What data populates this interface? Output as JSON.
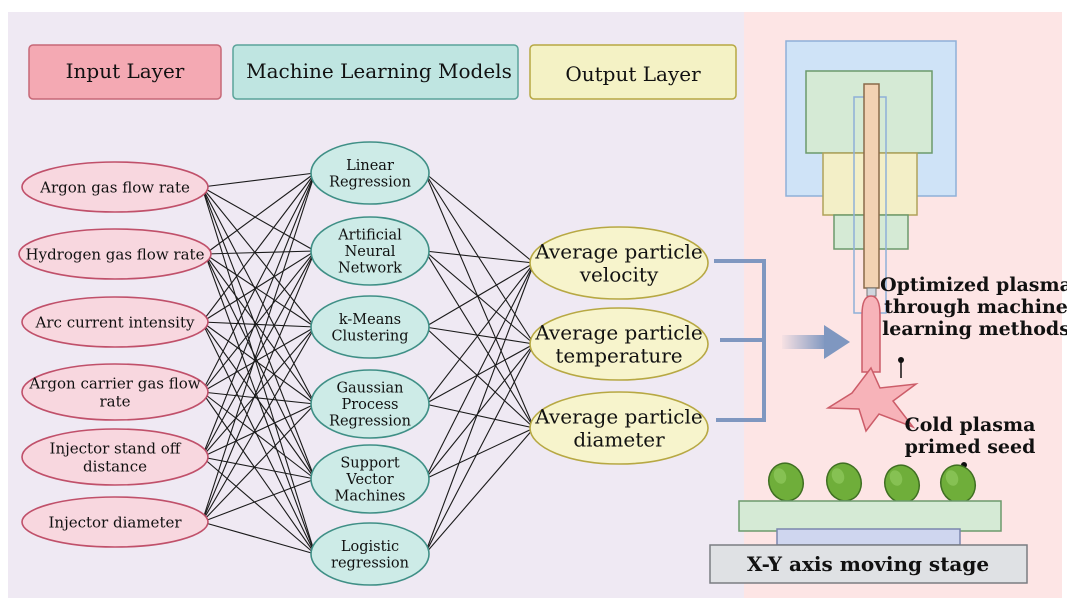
{
  "legend": {
    "input_layer": "Input Layer",
    "ml_models": "Machine Learning Models",
    "output_layer": "Output Layer"
  },
  "inputs": [
    [
      "Argon gas flow rate"
    ],
    [
      "Hydrogen gas flow rate"
    ],
    [
      "Arc current intensity"
    ],
    [
      "Argon carrier gas flow",
      "rate"
    ],
    [
      "Injector stand off",
      "distance"
    ],
    [
      "Injector diameter"
    ]
  ],
  "models": [
    [
      "Linear",
      "Regression"
    ],
    [
      "Artificial",
      "Neural",
      "Network"
    ],
    [
      "k-Means",
      "Clustering"
    ],
    [
      "Gaussian",
      "Process",
      "Regression"
    ],
    [
      "Support",
      "Vector",
      "Machines"
    ],
    [
      "Logistic",
      "regression"
    ]
  ],
  "outputs": [
    [
      "Average particle",
      "velocity"
    ],
    [
      "Average particle",
      "temperature"
    ],
    [
      "Average particle",
      "diameter"
    ]
  ],
  "apparatus": {
    "plasma_label": [
      "Optimized plasma",
      "through machine",
      "learning methods"
    ],
    "seed_label": [
      "Cold plasma",
      "primed seed"
    ],
    "stage_label": "X-Y axis moving stage"
  },
  "colors": {
    "input_fill": "#f8d7df",
    "input_stroke": "#c0506a",
    "model_fill": "#cdebe7",
    "model_stroke": "#3f8f86",
    "output_fill": "#f7f4cc",
    "output_stroke": "#b7a843",
    "arrow": "#7f97c0",
    "seed": "#6fae3a"
  }
}
